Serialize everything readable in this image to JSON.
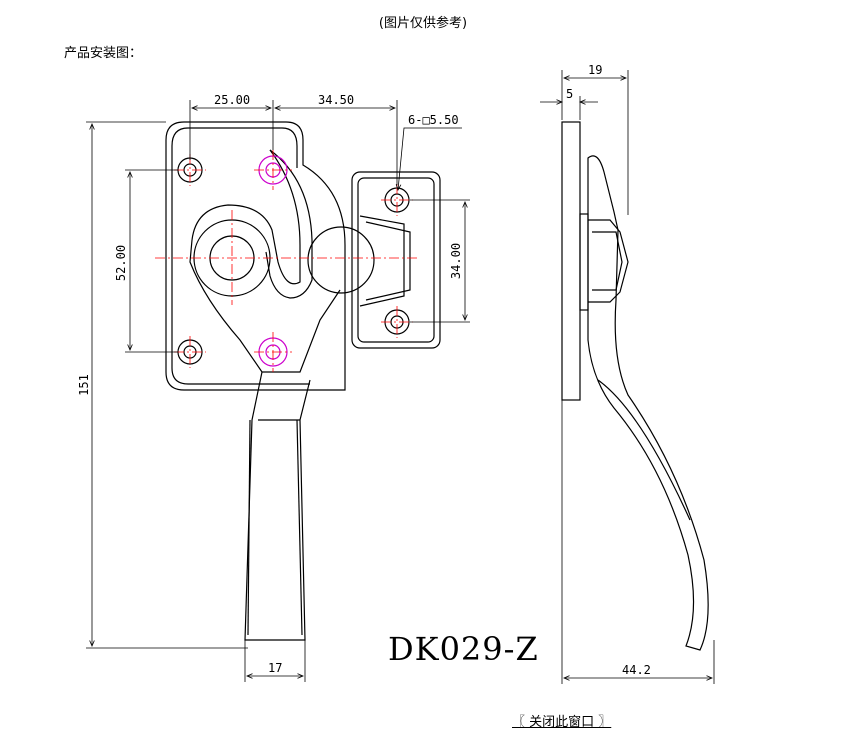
{
  "caption": "(图片仅供参考)",
  "intro": "产品安装图：",
  "close_link": "〖 关闭此窗口 〗",
  "drawing": {
    "model": "DK029-Z",
    "dims": {
      "d25": "25.00",
      "d34_5": "34.50",
      "holes": "6-□5.50",
      "d52": "52.00",
      "d34": "34.00",
      "d151": "151",
      "d17": "17",
      "d19": "19",
      "d5": "5",
      "d44_2": "44.2"
    }
  },
  "colors": {
    "outline": "#000000",
    "center_line": "#ff0000",
    "magenta": "#cc00cc"
  }
}
